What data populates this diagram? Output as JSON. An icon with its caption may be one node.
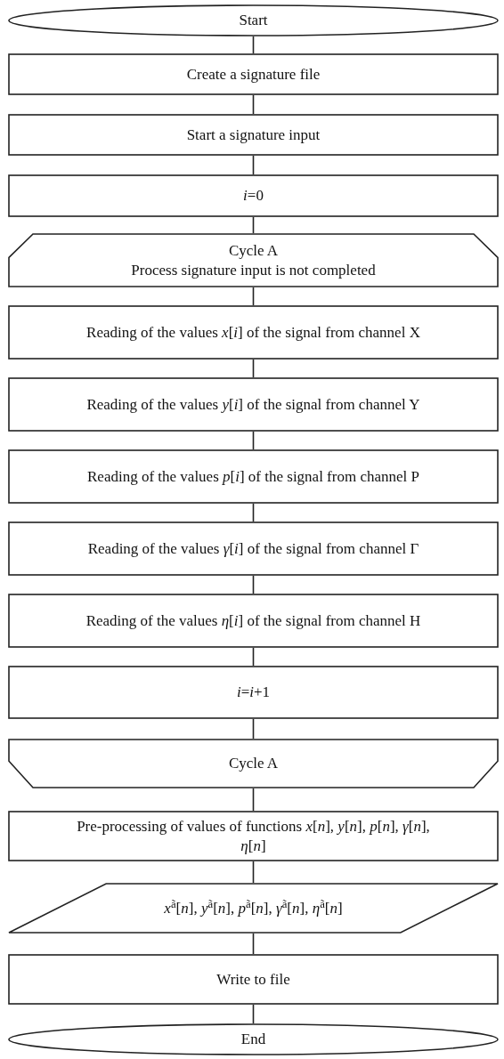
{
  "diagram": {
    "nodes": [
      {
        "text": [
          "Start"
        ]
      },
      {
        "text": [
          "Create a signature file"
        ]
      },
      {
        "text": [
          "Start a signature input"
        ]
      },
      {
        "text": [
          "*i*=0"
        ]
      },
      {
        "text": [
          "Cycle A",
          "Process signature input is not completed"
        ]
      },
      {
        "text": [
          "Reading of the values *x*[*i*] of the signal from channel X"
        ]
      },
      {
        "text": [
          "Reading of the values *y*[*i*] of the signal from channel Y"
        ]
      },
      {
        "text": [
          "Reading of the values *p*[*i*] of the signal from channel P"
        ]
      },
      {
        "text": [
          "Reading of the values *γ*[*i*] of the signal from channel Γ"
        ]
      },
      {
        "text": [
          "Reading of the values *η*[*i*] of the signal from channel H"
        ]
      },
      {
        "text": [
          "*i*=*i*+1"
        ]
      },
      {
        "text": [
          "Cycle A"
        ]
      },
      {
        "text": [
          "Pre-processing of values of functions *x*[*n*], *y*[*n*], *p*[*n*], *γ*[*n*], *η*[*n*]"
        ]
      },
      {
        "text": [
          "*x*$^{ã}$[*n*], *y*$^{ã}$[*n*], *p*$^{ã}$[*n*], *γ*$^{ã}$[*n*], *η*$^{ã}$[*n*]"
        ]
      },
      {
        "text": [
          "Write to file"
        ]
      },
      {
        "text": [
          "End"
        ]
      }
    ],
    "edges": [
      {
        "from": 0,
        "to": 1,
        "arrow": "none"
      },
      {
        "from": 1,
        "to": 2,
        "arrow": "none"
      },
      {
        "from": 2,
        "to": 3,
        "arrow": "none"
      },
      {
        "from": 3,
        "to": 4,
        "arrow": "none"
      },
      {
        "from": 4,
        "to": 5,
        "arrow": "none"
      },
      {
        "from": 5,
        "to": 6,
        "arrow": "none"
      },
      {
        "from": 6,
        "to": 7,
        "arrow": "none"
      },
      {
        "from": 7,
        "to": 8,
        "arrow": "none"
      },
      {
        "from": 8,
        "to": 9,
        "arrow": "none"
      },
      {
        "from": 9,
        "to": 10,
        "arrow": "none"
      },
      {
        "from": 10,
        "to": 11,
        "arrow": "none"
      },
      {
        "from": 11,
        "to": 12,
        "arrow": "none"
      },
      {
        "from": 12,
        "to": 13,
        "arrow": "none"
      },
      {
        "from": 13,
        "to": 14,
        "arrow": "none"
      },
      {
        "from": 14,
        "to": 15,
        "arrow": "none"
      }
    ]
  }
}
